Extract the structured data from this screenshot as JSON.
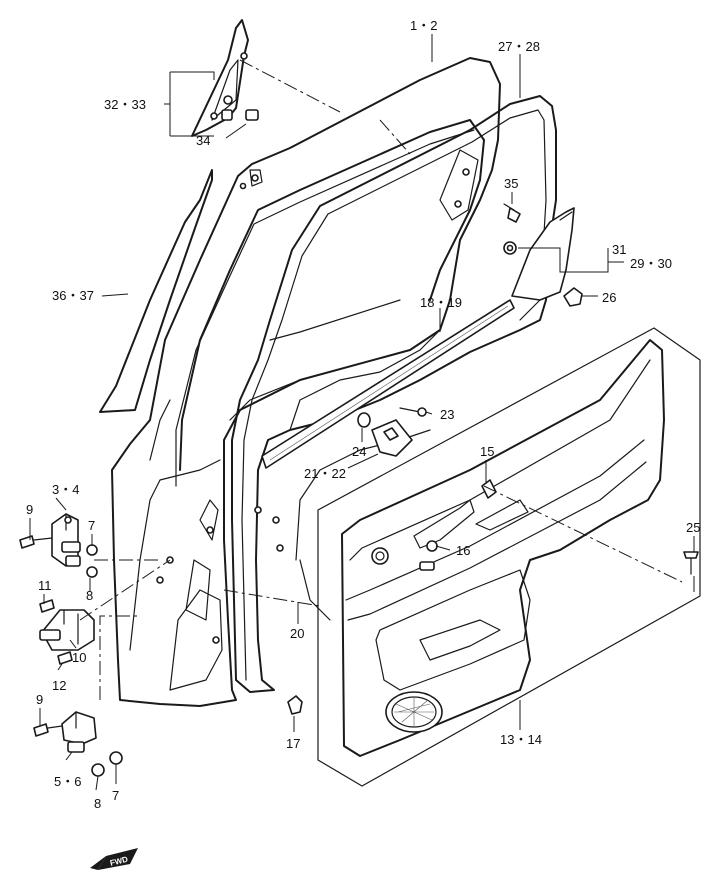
{
  "callouts": {
    "c1": "1・2",
    "c2": "27・28",
    "c3": "32・33",
    "c4": "34",
    "c5": "35",
    "c6": "31",
    "c7": "29・30",
    "c8": "26",
    "c9": "36・37",
    "c10": "18・19",
    "c11": "23",
    "c12": "24",
    "c13": "21・22",
    "c14": "15",
    "c15": "16",
    "c16": "3・4",
    "c17": "9",
    "c18": "7",
    "c19": "8",
    "c20": "11",
    "c21": "10",
    "c22": "12",
    "c23": "9",
    "c24": "5・6",
    "c25": "8",
    "c26": "7",
    "c27": "20",
    "c28": "17",
    "c29": "13・14",
    "c30": "25"
  },
  "direction_badge": "FWD"
}
